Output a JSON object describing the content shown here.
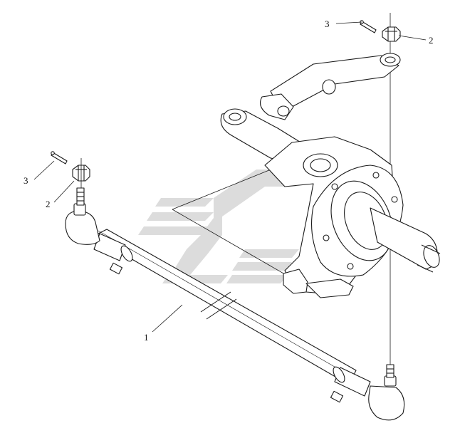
{
  "figure": {
    "callouts": {
      "cotter_pin_top": "3",
      "castle_nut_top": "2",
      "cotter_pin_left": "3",
      "castle_nut_left": "2",
      "tie_rod": "1"
    }
  },
  "colors": {
    "line": "#1a1a1a",
    "watermark": "#dcdcdc",
    "background": "#ffffff"
  }
}
